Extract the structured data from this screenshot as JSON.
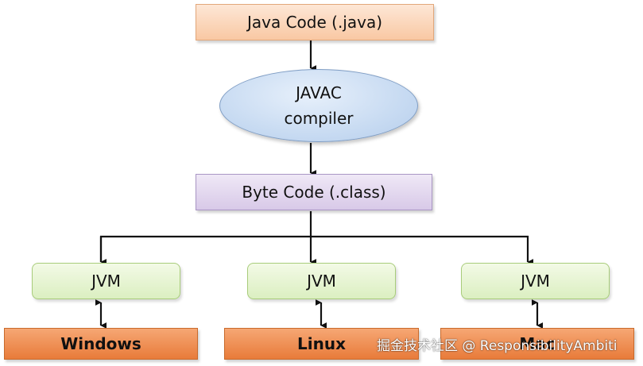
{
  "nodes": {
    "java_code": "Java Code (.java)",
    "javac_line1": "JAVAC",
    "javac_line2": "compiler",
    "byte_code": "Byte Code (.class)",
    "jvm_left": "JVM",
    "jvm_middle": "JVM",
    "jvm_right": "JVM",
    "os_windows": "Windows",
    "os_linux": "Linux",
    "os_mac": "Mac"
  },
  "watermark": "掘金技术社区 @ ResponsibilityAmbiti",
  "colors": {
    "java_box": "#f9c8a3",
    "javac_ellipse": "#c8dbf2",
    "byte_box": "#d8c9e8",
    "jvm_box": "#dbefc1",
    "os_box": "#e87b3a",
    "connector": "#111111"
  }
}
